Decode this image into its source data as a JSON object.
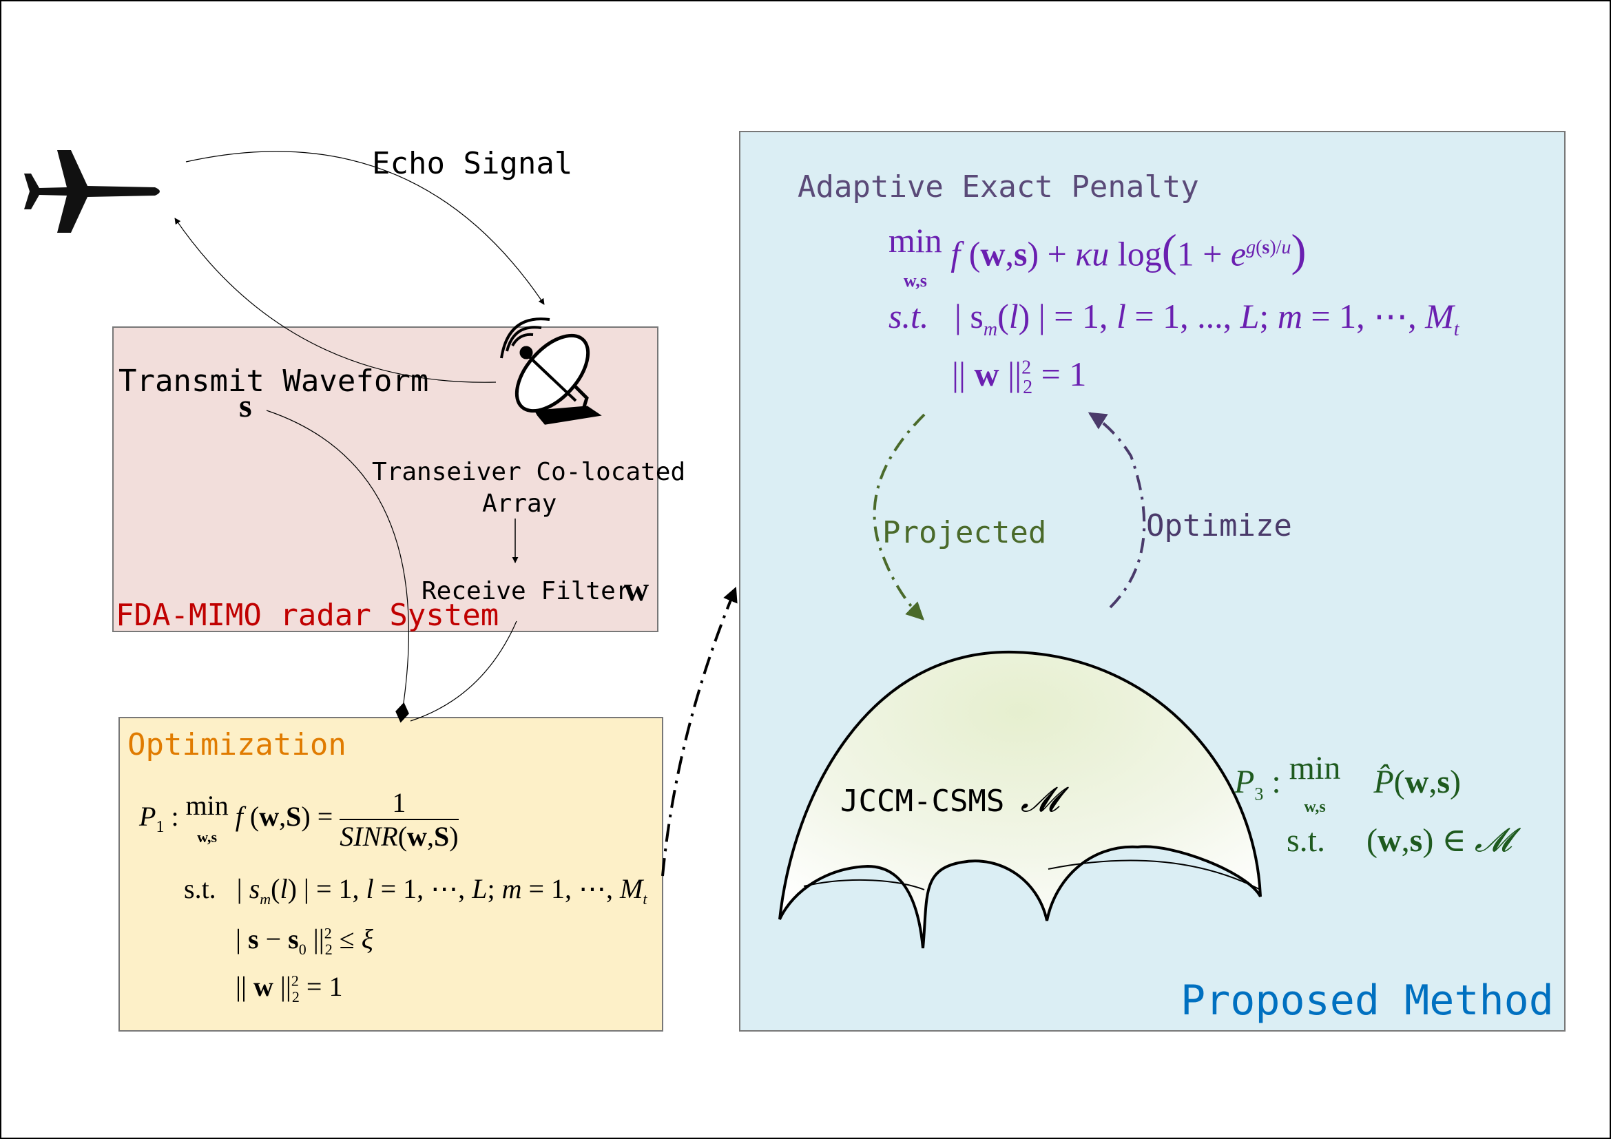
{
  "diagram": {
    "echo_label": "Echo Signal",
    "transmit_label": "Transmit Waveform",
    "transmit_symbol": "s",
    "array_label_line1": "Transeiver Co-located",
    "array_label_line2": "Array",
    "receive_label": "Receive Filter",
    "receive_symbol": "w",
    "system_label": "FDA-MIMO radar System",
    "optimization_title": "Optimization",
    "method_label": "Proposed Method",
    "penalty_title": "Adaptive Exact Penalty",
    "projected_label": "Projected",
    "optimize_label": "Optimize",
    "manifold_label": "JCCM-CSMS",
    "colors": {
      "system_box": "#f2dedb",
      "optimization_box": "#fdf0c8",
      "method_box": "#dbeef4",
      "system_text": "#c00000",
      "optimization_text": "#e07b00",
      "method_text": "#0070c0",
      "penalty_title": "#5a4a78",
      "penalty_formula": "#6a1fb0",
      "projected": "#4a6a2a",
      "optimize": "#4a3a6a",
      "p3_formula": "#1e5a1e"
    }
  }
}
